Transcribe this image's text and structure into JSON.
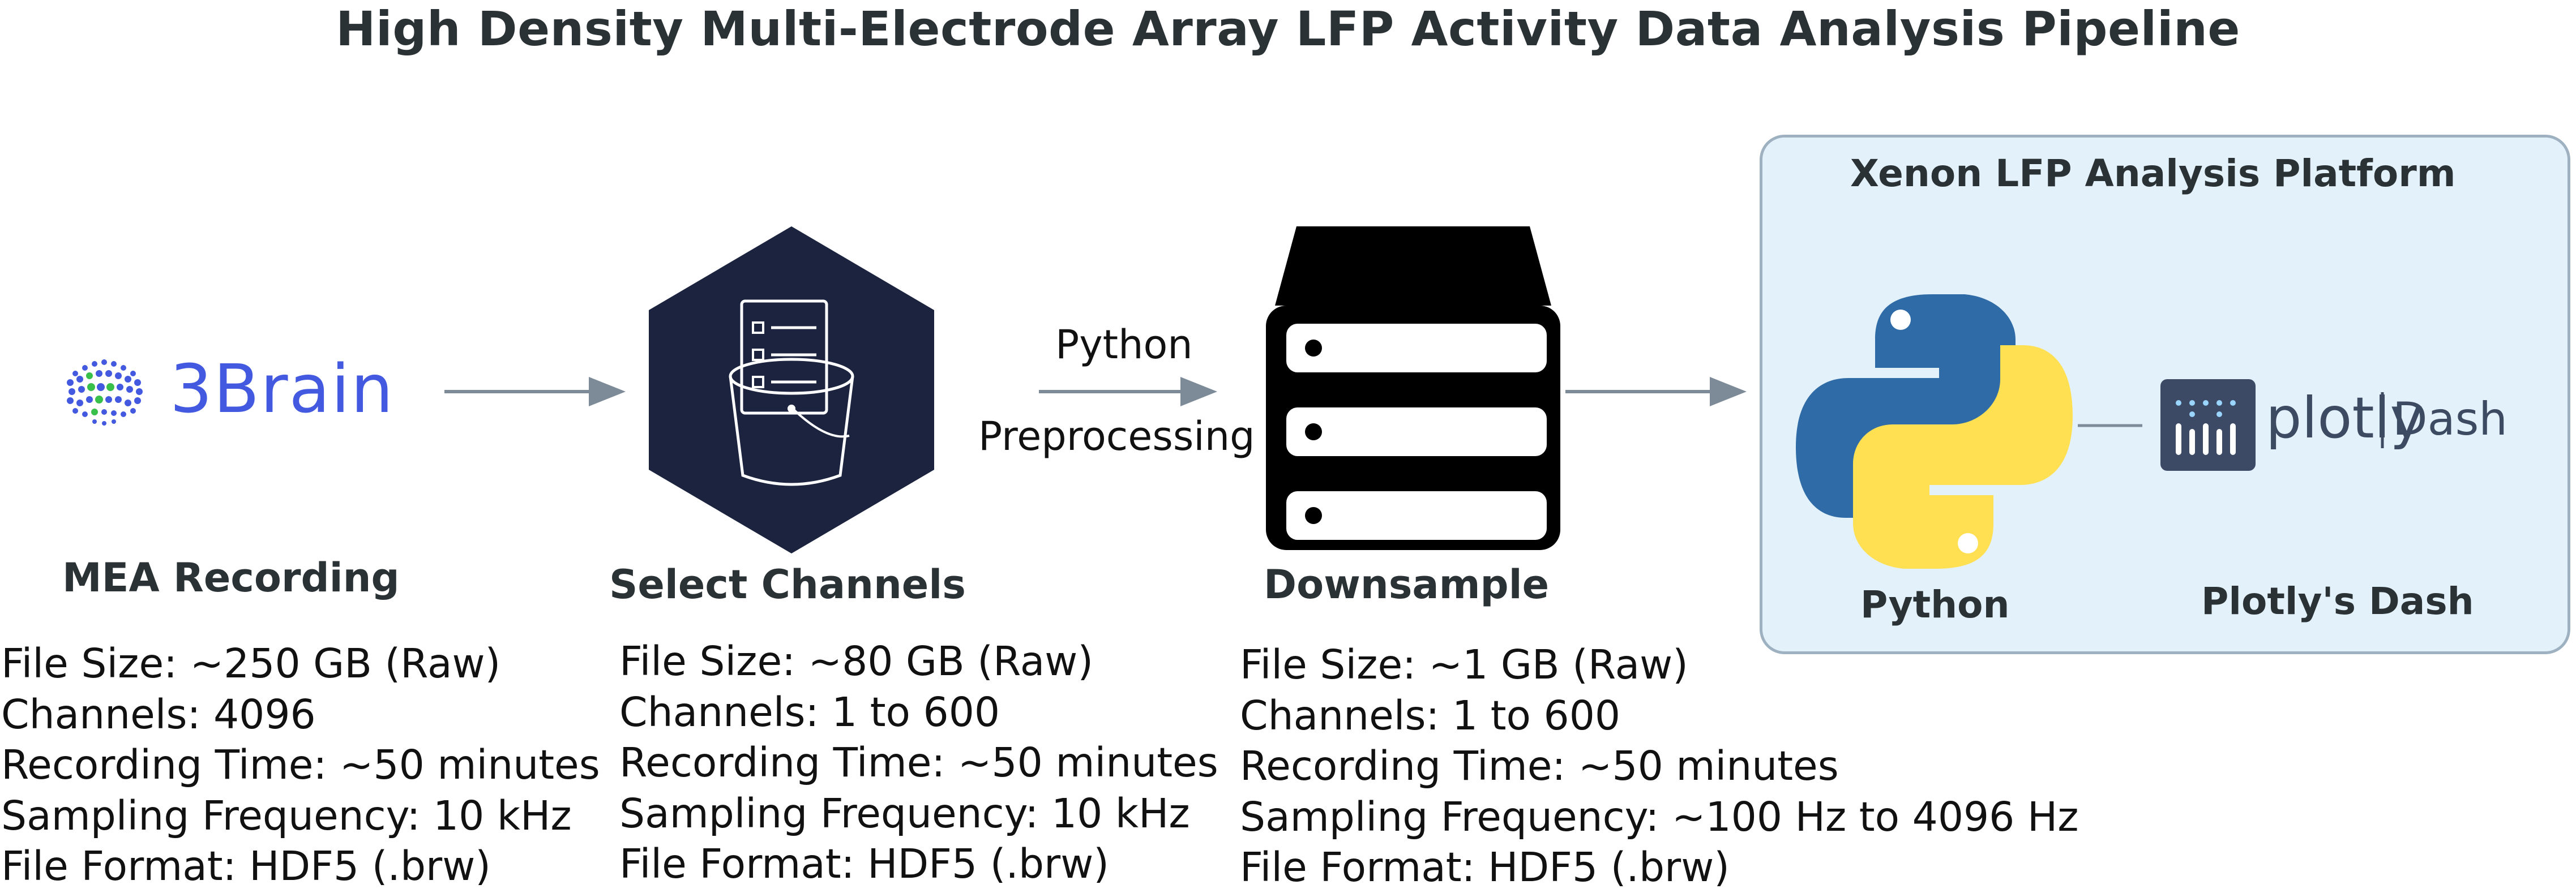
{
  "title": "High Density Multi-Electrode Array LFP Activity Data Analysis Pipeline",
  "stages": [
    {
      "label": "MEA Recording",
      "logo_text": "3Brain",
      "icon": "3brain-logo",
      "info": [
        "File Size: ~250 GB (Raw)",
        "Channels: 4096",
        "Recording Time: ~50 minutes",
        "Sampling Frequency: 10 kHz",
        "File Format: HDF5 (.brw)"
      ]
    },
    {
      "label": "Select Channels",
      "icon": "bucket-list-hexagon-icon",
      "info": [
        "File Size: ~80 GB (Raw)",
        "Channels: 1 to 600",
        "Recording Time: ~50 minutes",
        "Sampling Frequency: 10 kHz",
        "File Format: HDF5 (.brw)"
      ]
    },
    {
      "label": "Downsample",
      "icon": "server-stack-icon",
      "info": [
        "File Size: ~1 GB (Raw)",
        "Channels: 1 to 600",
        "Recording Time: ~50 minutes",
        "Sampling Frequency: ~100 Hz  to 4096 Hz",
        "File Format: HDF5 (.brw)"
      ]
    }
  ],
  "edge_labels": [
    "Python",
    "Preprocessing"
  ],
  "platform": {
    "title": "Xenon LFP Analysis Platform",
    "python_label": "Python",
    "dash_label": "Plotly's Dash",
    "plotly_logo_word": "plotly",
    "dash_logo_word": "Dash"
  },
  "colors": {
    "arrow": "#7d8a98",
    "panel_fill": "#e3f1fa",
    "panel_border": "#9eb1c1",
    "hexagon": "#1b233f",
    "python_blue": "#2f6ba6",
    "python_yellow": "#ffe052",
    "brand_blue": "#4359e0",
    "plotly_icon": "#3d4a65"
  }
}
